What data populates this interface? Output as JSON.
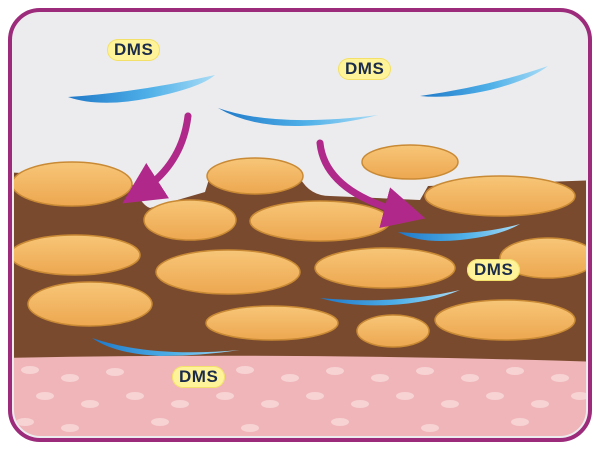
{
  "labels": [
    {
      "id": "dms-label-1",
      "text": "DMS"
    },
    {
      "id": "dms-label-2",
      "text": "DMS"
    },
    {
      "id": "dms-label-3",
      "text": "DMS"
    },
    {
      "id": "dms-label-4",
      "text": "DMS"
    }
  ],
  "colors": {
    "frame_border": "#9c2b7b",
    "background": "#ececee",
    "matrix": "#7a4a2e",
    "corneocyte": "#f2b45f",
    "corneocyte_edge": "#c98a35",
    "lower_skin": "#efb5b8",
    "skin_dots": "#f7d3d4",
    "molecule": "#3a9ad9",
    "arrow": "#b0298a",
    "label_bg": "#fff39a",
    "label_text": "#1b2b4a"
  },
  "icons": [
    "dms-molecule-shape",
    "penetration-arrow",
    "corneocyte-cell"
  ]
}
